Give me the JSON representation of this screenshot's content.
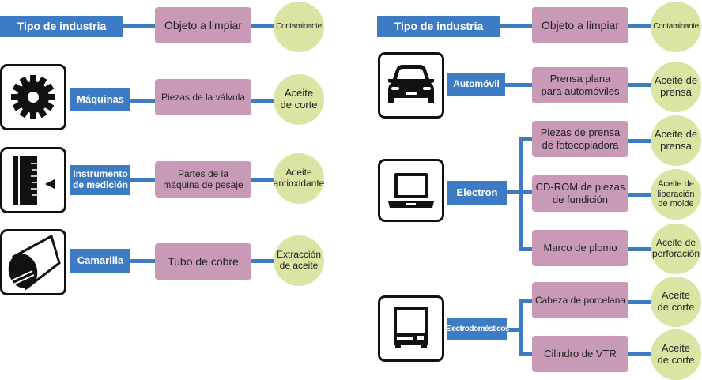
{
  "left": {
    "header": {
      "industry": "Tipo de industria",
      "object": "Objeto a limpiar",
      "contaminant": "Contaminante"
    },
    "rows": [
      {
        "icon": "gear-icon",
        "industry": "Máquinas",
        "object": "Piezas de la válvula",
        "contaminant": "Aceite\nde corte"
      },
      {
        "icon": "ruler-gauge-icon",
        "industry": "Instrumento\nde medición",
        "object": "Partes de la\nmáquina de pesaje",
        "contaminant": "Aceite\nantioxidante"
      },
      {
        "icon": "pipe-icon",
        "industry": "Camarilla",
        "object": "Tubo de cobre",
        "contaminant": "Extracción\nde aceite"
      }
    ]
  },
  "right": {
    "header": {
      "industry": "Tipo de industria",
      "object": "Objeto a limpiar",
      "contaminant": "Contaminante"
    },
    "groups": [
      {
        "icon": "car-icon",
        "industry": "Automóvil",
        "items": [
          {
            "object": "Prensa plana\npara automóviles",
            "contaminant": "Aceite de\nprensa"
          }
        ]
      },
      {
        "icon": "laptop-icon",
        "industry": "Electron",
        "items": [
          {
            "object": "Piezas de prensa\nde fotocopiadora",
            "contaminant": "Aceite de\nprensa"
          },
          {
            "object": "CD-ROM de piezas\nde fundición",
            "contaminant": "Aceite de\nliberación\nde molde"
          },
          {
            "object": "Marco de plomo",
            "contaminant": "Aceite de\nperforación"
          }
        ]
      },
      {
        "icon": "tv-appliance-icon",
        "industry": "Electrodomésticos",
        "items": [
          {
            "object": "Cabeza de porcelana",
            "contaminant": "Aceite\nde corte"
          },
          {
            "object": "Cilindro de VTR",
            "contaminant": "Aceite\nde corte"
          }
        ]
      }
    ]
  },
  "colors": {
    "industry": "#3d7cc4",
    "object": "#c89ab8",
    "contaminant": "#dbe4a2"
  }
}
